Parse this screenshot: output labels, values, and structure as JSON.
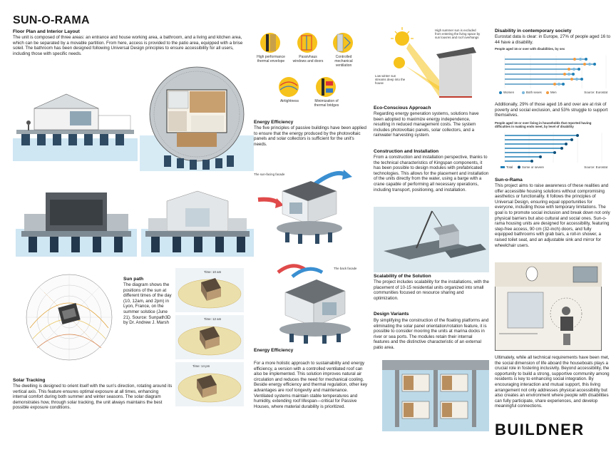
{
  "title": "SUN-O-RAMA",
  "floor_plan": {
    "heading": "Floor Plan and Interior Layout",
    "body": "The unit is composed of three areas: an entrance and house working area, a bathroom, and a living and kitchen area, which can be separated by a movable partition. From here, access is provided to the patio area, equipped with a brise soleil.",
    "body2": " The bathroom has been designed following Universal Design principles to ensure accessibility for all users, including those with specific needs."
  },
  "passive_icons": [
    {
      "label": "High performance thermal envelope"
    },
    {
      "label": "Passivhaus windows and doors"
    },
    {
      "label": "Controlled mechanical ventilation"
    },
    {
      "label": "Airtightness"
    },
    {
      "label": "Minimization of thermal bridges"
    }
  ],
  "energy_eff_1": {
    "heading": "Energy Efficiency",
    "body": "The five principles of passive buildings have been applied to ensure that the energy produced by the photovoltaic panels and solar collectors is sufficient for the unit's needs."
  },
  "facade_labels": {
    "sun": "The sun-facing facade",
    "back": "The back facade"
  },
  "sun_diagram": {
    "high": "High summer sun is excluded from entering the living space by sun louvres and roof overhangs",
    "low": "Low winter sun streams deep into the house"
  },
  "eco": {
    "heading": "Eco-Conscious Approach",
    "body": "Regarding energy generation systems, solutions have been adopted to maximize energy independence, resulting in reduced management costs. The system includes photovoltaic panels, solar collectors, and a rainwater harvesting system."
  },
  "construction": {
    "heading": "Construction and Installation",
    "body": "From a construction and installation perspective, thanks to the technical characteristics of Kingspan components, it has been possible to design modules with prefabricated technologies. This allows for the placement and installation of the units directly from the water, using a barge with a crane capable of performing all necessary operations, including transport, positioning, and installation."
  },
  "scalability": {
    "heading": "Scalability of the Solution",
    "body": "The project includes scalability for the installations, with the placement of 10-15 residential units organized into small communities focused on resource sharing and optimization."
  },
  "design_variants": {
    "heading": "Design Variants",
    "body": "By simplifying the construction of the floating platforms and eliminating the solar panel orientation/rotation feature, it is possible to consider mooring the units at marina docks in river or sea ports. The modules retain their internal features and the distinctive characteristic of an external patio area."
  },
  "sun_path": {
    "heading": "Sun path",
    "body": "The diagram shows the positions of the sun at different times of the day (10, 12am, and 2pm) in Lyon, France, on the summer solstice (June 21). Source: Sunpath3D by Dr. Andrew J. Marsh",
    "times": [
      "Time: 10 am",
      "Time: 12 am",
      "Time: 14 pm"
    ]
  },
  "solar_tracking": {
    "heading": "Solar Tracking",
    "body": "The dwelling is designed to orient itself with the sun's direction, rotating around its vertical axis. This feature ensures optimal exposure at all times, enhancing internal comfort during both summer and winter seasons. The solar diagram demonstrates how, through solar tracking, the unit always maintains the best possible exposure conditions."
  },
  "energy_eff_2": {
    "heading": "Energy Efficiency",
    "body": "For a more holistic approach to sustainability and energy efficiency, a version with a controlled ventilated roof can also be implemented. This solution improves natural air circulation and reduces the need for mechanical cooling. Beside energy efficiency and thermal regulation, other key advantages are roof longevity and maintenance. Ventilated systems maintain stable temperatures and humidity, extending roof lifespan—critical for Passive Houses, where material durability is prioritized."
  },
  "disability": {
    "heading": "Disability in contemporary society",
    "body": "Eurostat data is clear: in Europe, 27% of people aged 16 to 44 have a disability.",
    "body2": "Additionally, 29% of those aged 16 and over are at risk of poverty and social exclusion, and 53% struggle to support themselves."
  },
  "chart1": {
    "title": "People aged 16 or over with disabilities, by sex",
    "source": "Source: Eurostat",
    "legend": [
      "Women",
      "Both sexes",
      "Men"
    ]
  },
  "chart2": {
    "title": "People aged 16 or over living in households that reported having difficulties in making ends meet, by level of disability",
    "source": "Source: Eurostat",
    "legend": [
      "Total",
      "Some or severe"
    ]
  },
  "sunorama": {
    "heading": "Sun-o-Rama",
    "body": "This project aims to raise awareness of these realities and offer accessible housing solutions without compromising aesthetics or functionality. It follows the principles of Universal Design, ensuring equal opportunities for everyone, including those with temporary limitations. The goal is to promote social inclusion and break down not only physical barriers but also cultural and social ones. Sun-o-rama housing units are designed for accessibility, featuring step-free access, 90 cm (32-inch) doors, and fully equipped bathrooms with grab bars, a roll-in shower, a raised toilet seat, and an adjustable sink and mirror for wheelchair users."
  },
  "closing": {
    "body": "Ultimately, while all technical requirements have been met, the social dimension of life aboard the houseboats plays a crucial role in fostering inclusivity. Beyond accessibility, the opportunity to build a strong, supportive community among residents is key to enhancing social integration. By encouraging interaction and mutual support, this living arrangement not only addresses physical accessibility but also creates an environment where people with disabilities can fully participate, share experiences, and develop meaningful connections."
  },
  "brand": "BUILDNER",
  "colors": {
    "accent_blue": "#1f7fb6",
    "dark_blue": "#0d4f7a",
    "sun_yellow": "#f6c21c",
    "wood": "#c89a63",
    "water": "#a9d3ea"
  }
}
